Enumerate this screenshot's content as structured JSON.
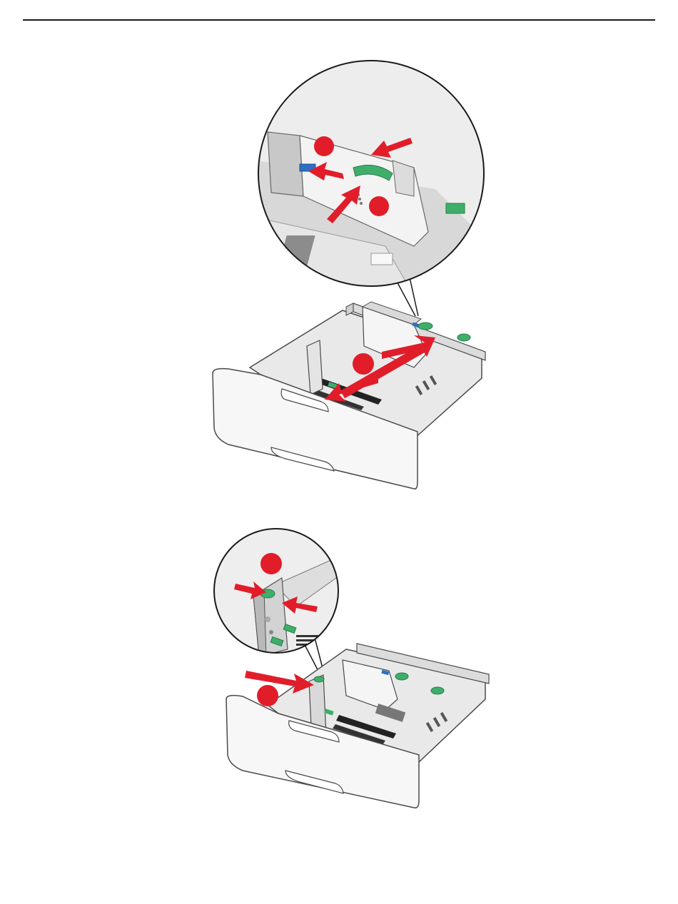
{
  "page": {
    "colors": {
      "rule": "#1a1a1a",
      "callout": "#e11d2a",
      "guide_tab": "#3fae6b",
      "size_indicator": "#2f6fc4",
      "tray_plastic": "#f2f2f2",
      "tray_outline": "#4a4a4a",
      "magnifier_border": "#1a1a1a"
    }
  },
  "figure_top": {
    "callouts": [
      {
        "number": "",
        "icon": "red-callout-circle"
      },
      {
        "number": "",
        "icon": "red-callout-circle"
      },
      {
        "number": "",
        "icon": "red-callout-circle"
      }
    ],
    "arrows": [
      "squeeze-arrow",
      "slide-arrow",
      "move-arrow"
    ]
  },
  "figure_bottom": {
    "callouts": [
      {
        "number": "",
        "icon": "red-callout-circle"
      },
      {
        "number": "",
        "icon": "red-callout-circle"
      }
    ],
    "arrows": [
      "squeeze-arrow",
      "squeeze-arrow",
      "insert-arrow"
    ]
  }
}
